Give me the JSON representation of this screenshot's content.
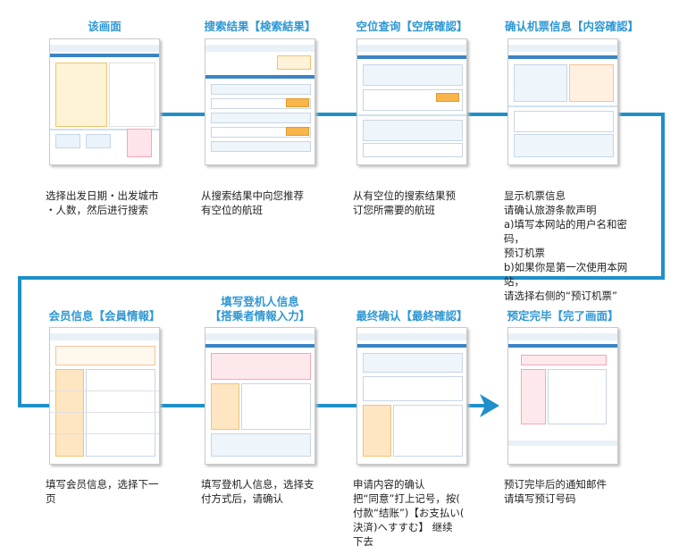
{
  "steps": [
    {
      "title": "该画面",
      "desc": "选择出发日期・出发城市\n・人数，然后进行搜索"
    },
    {
      "title": "搜索结果【検索結果】",
      "desc": "从搜索结果中向您推荐\n有空位的航班"
    },
    {
      "title": "空位查询【空席確認】",
      "desc": "从有空位的搜索结果预\n订您所需要的航班"
    },
    {
      "title": "确认机票信息【内容確認】",
      "desc": "显示机票信息\n请确认旅游条款声明\na)填写本网站的用户名和密码，\n预订机票\nb)如果你是第一次使用本网站，\n请选择右侧的“预订机票”"
    },
    {
      "title": "会员信息【会員情報】",
      "desc": "填写会员信息，选择下一\n页"
    },
    {
      "title": "填写登机人信息\n【搭乗者情報入力】",
      "desc": "填写登机人信息，选择支\n付方式后，请确认"
    },
    {
      "title": "最终确认【最終確認】",
      "desc": "申请内容的确认\n把“同意”打上记号，按(\n付款“结账”)【お支払い(\n決済)へすすむ】 继续\n下去"
    },
    {
      "title": "预定完毕【完了画面】",
      "desc": "预订完毕后的通知邮件\n请填写预订号码"
    }
  ],
  "colors": {
    "accent": "#2f97d3",
    "flow": "#1e8fc9"
  }
}
